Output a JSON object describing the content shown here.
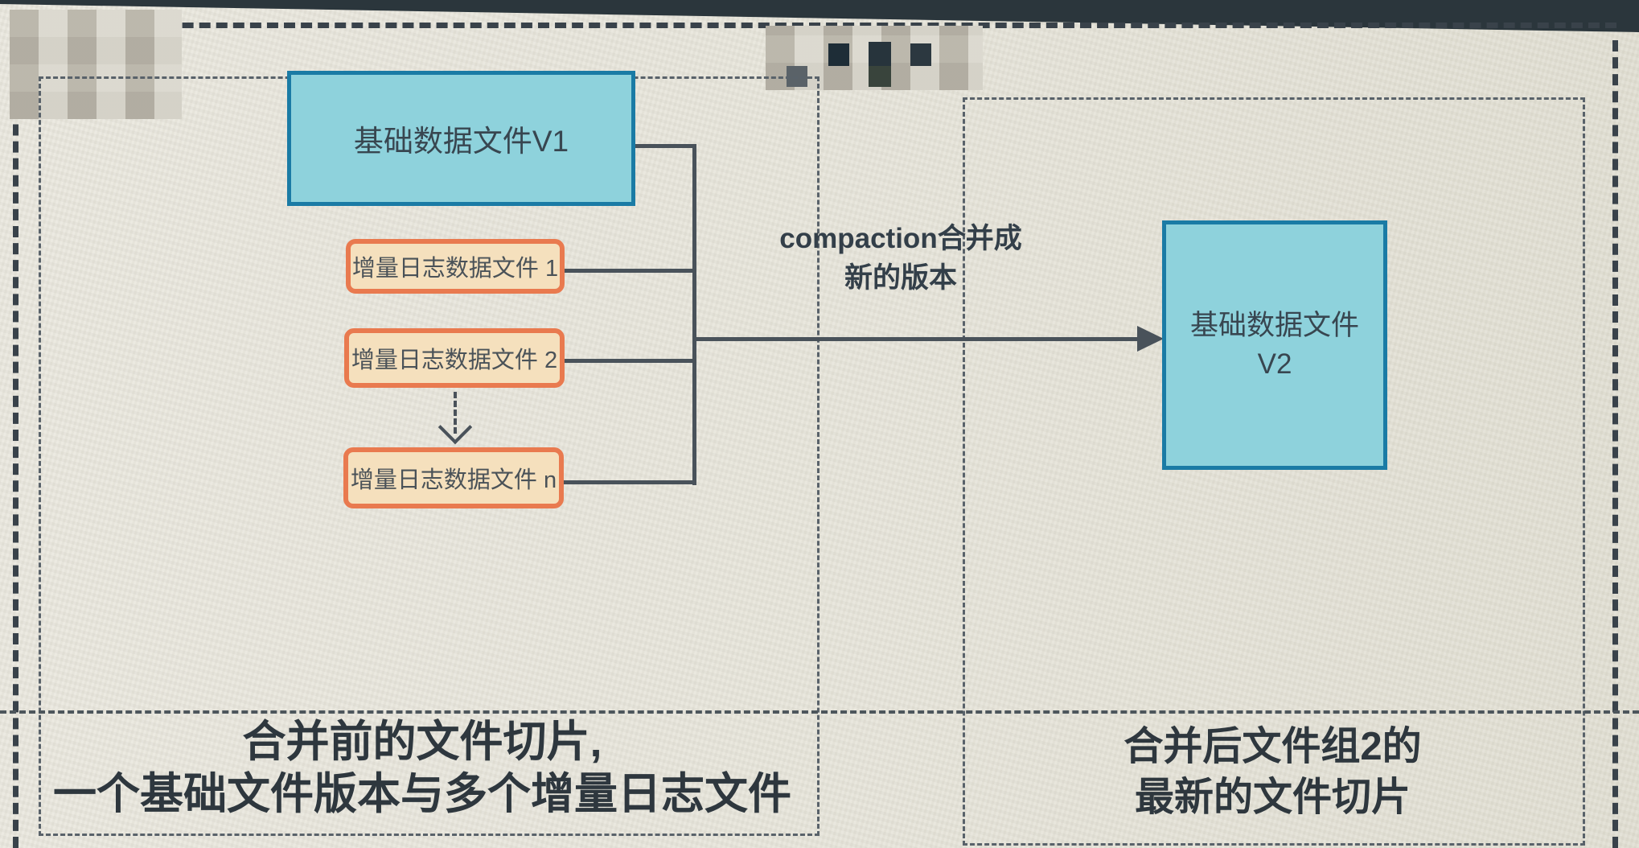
{
  "diagram": {
    "base_file_v1": "基础数据文件V1",
    "log_files": [
      "增量日志数据文件 1",
      "增量日志数据文件 2",
      "增量日志数据文件 n"
    ],
    "compaction_label_line1": "compaction合并成",
    "compaction_label_line2": "新的版本",
    "base_file_v2_line1": "基础数据文件",
    "base_file_v2_line2": "V2",
    "caption_left_line1": "合并前的文件切片,",
    "caption_left_line2": "一个基础文件版本与多个增量日志文件",
    "caption_right_line1": "合并后文件组2的",
    "caption_right_line2": "最新的文件切片",
    "colors": {
      "base_file_fill": "#8ed2dc",
      "base_file_border": "#1a7ba5",
      "log_file_fill": "#f5e0bd",
      "log_file_border": "#e97a4f",
      "connector": "#49525a",
      "label_text": "#333f49"
    }
  }
}
